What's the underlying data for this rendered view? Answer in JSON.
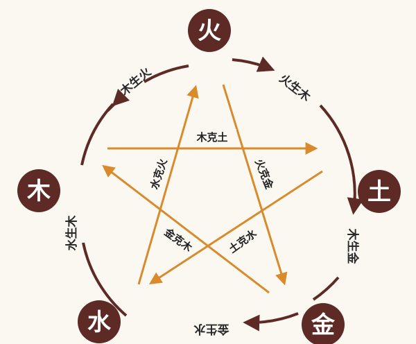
{
  "colors": {
    "element_circle": "#5e2a25",
    "generating_arrow": "#5e2a25",
    "controlling_arrow": "#d98a2b",
    "background": "#fbf8f2"
  },
  "elements": {
    "fire": "火",
    "earth": "土",
    "metal": "金",
    "water": "水",
    "wood": "木"
  },
  "generating_cycle": {
    "wood_fire": "木生火",
    "fire_earth": "火生木",
    "earth_metal": "木生金",
    "metal_water": "金生水",
    "water_wood": "水生木"
  },
  "controlling_cycle": {
    "wood_earth": "木克土",
    "fire_metal": "火克金",
    "water_fire": "水克火",
    "metal_wood": "金克木",
    "earth_water": "土克水"
  }
}
